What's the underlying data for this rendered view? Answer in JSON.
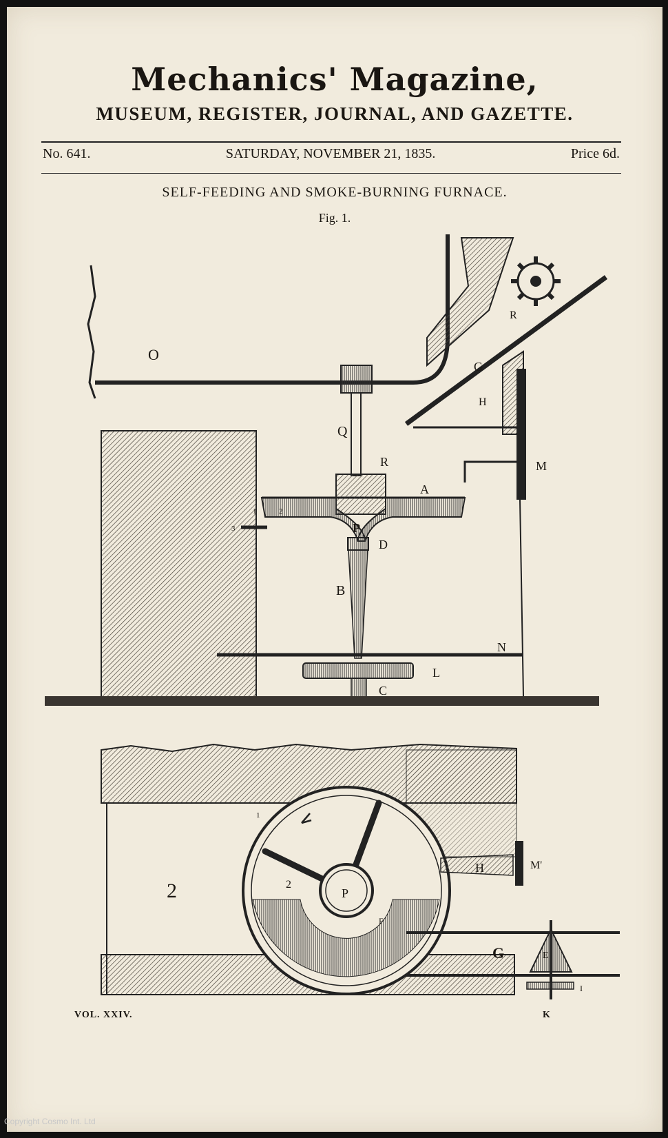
{
  "masthead": {
    "title": "Mechanics' Magazine,",
    "subtitle": "MUSEUM, REGISTER, JOURNAL, AND GAZETTE."
  },
  "issue": {
    "number": "No. 641.",
    "date": "SATURDAY, NOVEMBER 21, 1835.",
    "price": "Price 6d."
  },
  "article": {
    "title": "SELF-FEEDING AND SMOKE-BURNING FURNACE.",
    "fig1_label": "Fig. 1."
  },
  "fig1_letters": {
    "O": "O",
    "R_top": "R",
    "G": "G",
    "H": "H",
    "Q": "Q",
    "R_mid": "R",
    "M": "M",
    "A": "A",
    "one": "1",
    "two": "2",
    "three": "3",
    "P": "P",
    "D": "D",
    "B": "B",
    "N": "N",
    "L": "L",
    "C": "C"
  },
  "fig2_letters": {
    "fig_number": "2",
    "one": "1",
    "two": "2",
    "P": "P",
    "F": "F",
    "H": "H",
    "M": "M'",
    "G": "G",
    "E": "E",
    "I": "I"
  },
  "footer": {
    "volume": "VOL. XXIV.",
    "signature": "K"
  },
  "copyright": "Copyright Cosmo Int. Ltd"
}
